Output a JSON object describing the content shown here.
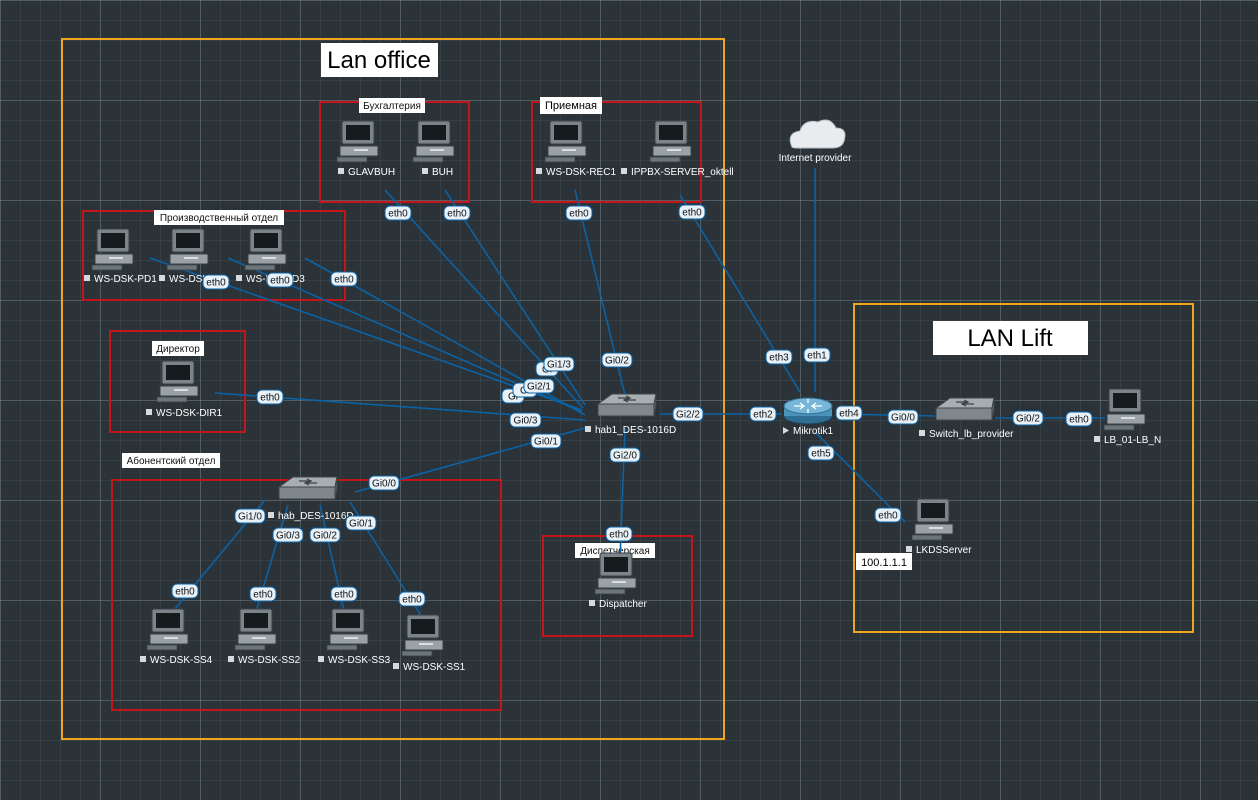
{
  "groups": {
    "lan_office": "Lan office",
    "lan_lift": "LAN Lift",
    "buh": "Бухгалтерия",
    "reception": "Приемная",
    "production": "Производственный отдел",
    "director": "Директор",
    "subscriber": "Абонентский отдел",
    "dispatch": "Диспетчерская"
  },
  "nodes": {
    "glavbuh": "GLAVBUH",
    "buh": "BUH",
    "rec1": "WS-DSK-REC1",
    "ippbx": "IPPBX-SERVER_oktell",
    "pd1": "WS-DSK-PD1",
    "pd2": "WS-DSK",
    "pd3": "WS-L",
    "pd3_tail": "D3",
    "dir1": "WS-DSK-DIR1",
    "hab1": "hab1_DES-1016D",
    "hab2": "hab_DES-1016D",
    "ss4": "WS-DSK-SS4",
    "ss2": "WS-DSK-SS2",
    "ss3": "WS-DSK-SS3",
    "ss1": "WS-DSK-SS1",
    "dispatcher": "Dispatcher",
    "internet": "Internet provider",
    "mikrotik": "Mikrotik1",
    "switch_lb": "Switch_lb_provider",
    "lb01": "LB_01-LB_N",
    "lkds": "LKDSServer",
    "lkds_ip": "100.1.1.1"
  },
  "ifaces": {
    "eth0": "eth0",
    "eth1": "eth1",
    "eth2": "eth2",
    "eth3": "eth3",
    "eth4": "eth4",
    "eth5": "eth5",
    "gi0_0": "Gi0/0",
    "gi0_1": "Gi0/1",
    "gi0_2": "Gi0/2",
    "gi0_3": "Gi0/3",
    "gi1_0": "Gi1/0",
    "gi1_3": "Gi1/3",
    "gi2_0": "Gi2/0",
    "gi2_1": "Gi2/1",
    "gi2_2": "Gi2/2",
    "gi_partial": "Gi"
  },
  "colors": {
    "background": "#2b3338",
    "link": "#0b62a5",
    "group_outer": "#f0a51f",
    "group_inner": "#c4151b",
    "iface_bg": "#e8f1f8"
  }
}
